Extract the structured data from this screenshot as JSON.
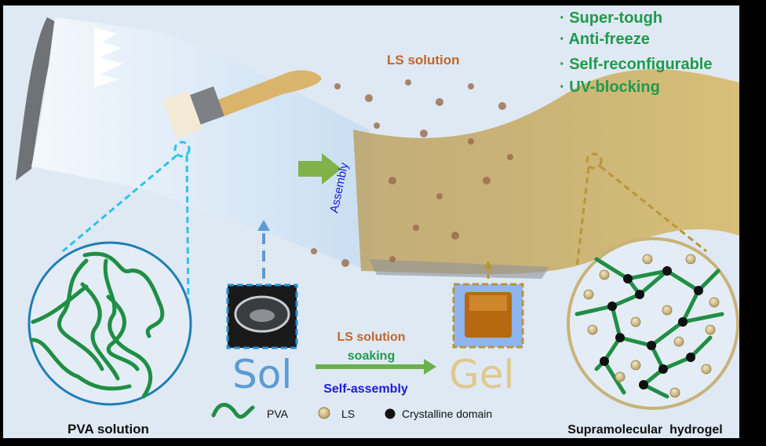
{
  "figure": {
    "properties": [
      "· Super-tough",
      "· Anti-freeze",
      "· Self-reconfigurable",
      "· UV-blocking"
    ],
    "ls_solution_top": "LS solution",
    "assembly_label": "Assembly",
    "sol_label": "Sol",
    "gel_label": "Gel",
    "process": {
      "line1": "LS solution",
      "line2": "soaking",
      "line3": "Self-assembly"
    },
    "left_caption": "PVA solution",
    "right_caption": "Supramolecular  hydrogel",
    "legend": [
      {
        "label": "PVA"
      },
      {
        "label": "LS"
      },
      {
        "label": "Crystalline domain"
      }
    ]
  },
  "colors": {
    "background": "#dfe9f3",
    "green_text": "#1f9a4c",
    "orange_text": "#c2652a",
    "blue_text": "#1a1ae0",
    "pva_green": "#1f8f45",
    "ls_bead": "#d9c28e",
    "crystal": "#111111",
    "cyan_dash": "#2bc3e8",
    "gold_dash": "#b8963a"
  }
}
